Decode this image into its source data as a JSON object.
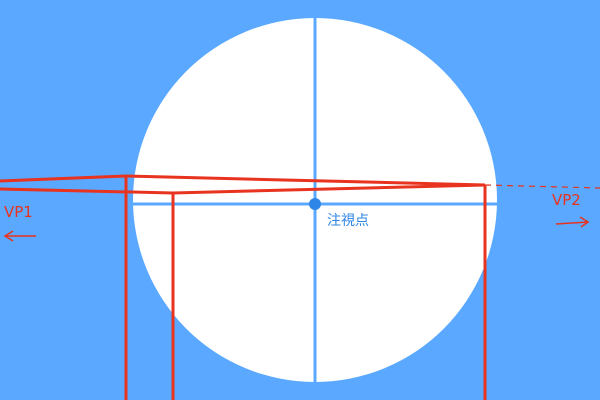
{
  "labels": {
    "vp1": "VP1",
    "vp2": "VP2",
    "focus_point": "注視点"
  },
  "colors": {
    "background": "#5aa8ff",
    "view_circle": "#ffffff",
    "axis_lines": "#5aa8ff",
    "perspective_lines": "#e8331f",
    "focus_point": "#2f86e6"
  },
  "icons": {
    "vp1_direction": "arrow-left-icon",
    "vp2_direction": "arrow-right-icon"
  }
}
